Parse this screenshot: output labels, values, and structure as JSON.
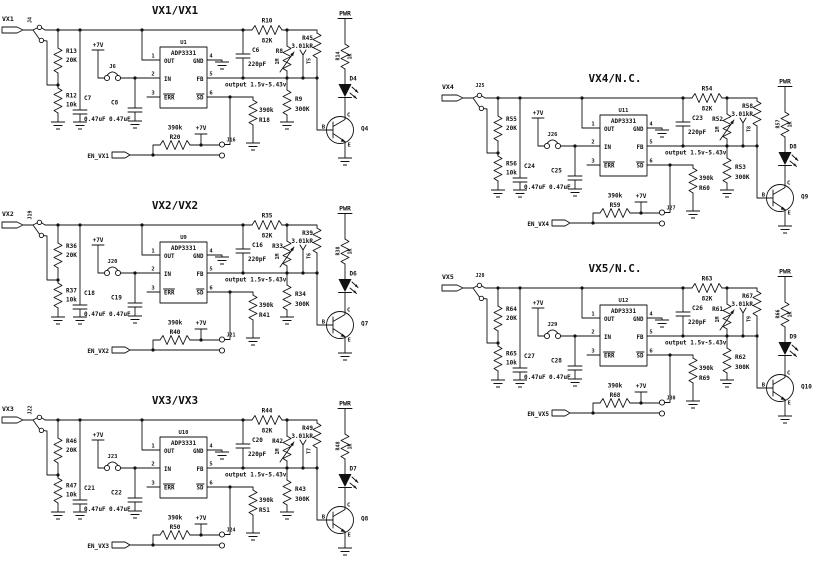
{
  "common": {
    "plus7v": "+7V",
    "pwr": "PWR",
    "output_range": "output 1.5v-5.43v",
    "ic_part": "ADP3331",
    "pin_out": "OUT",
    "pin_in": "IN",
    "pin_err": "ERR",
    "pin_gnd": "GND",
    "pin_fb": "FB",
    "pin_sd": "SD",
    "pin_numbers": [
      "1",
      "2",
      "3",
      "4",
      "5",
      "6"
    ],
    "bjt_b": "B",
    "bjt_c": "C",
    "bjt_e": "E"
  },
  "blocks": [
    {
      "title": "VX1/VX1",
      "input_label": "VX1",
      "input_jack_v": "J4",
      "divider_top_ref": "R13",
      "divider_top_val": "20K",
      "divider_bot_ref": "R12",
      "divider_bot_val": "10k",
      "cap1_ref": "C7",
      "cap1_val": "0.47uF",
      "in_jumper": "J6",
      "cap2_ref": "C8",
      "cap2_val": "0.47uF",
      "ic_ref": "U1",
      "fb_res_ref": "R10",
      "fb_res_val": "82K",
      "fb_cap_ref": "C6",
      "fb_cap_val": "220pF",
      "pot_ref": "R8",
      "pot_val": "1M",
      "testpoint": "T5",
      "res3k_ref": "R45",
      "res3k_val": "3.01kR",
      "res300_ref": "R9",
      "res300_val": "300K",
      "sd_res_val": "390k",
      "sd_res_ref": "R18",
      "en_label": "EN_VX1",
      "en_res_val": "390k",
      "en_res_ref": "R20",
      "en_jumper": "J16",
      "led_ref": "D4",
      "pwr_res_ref": "R14",
      "pwr_res_val": "1K",
      "q_ref": "Q4"
    },
    {
      "title": "VX2/VX2",
      "input_label": "VX2",
      "input_jack_v": "J19",
      "divider_top_ref": "R36",
      "divider_top_val": "20K",
      "divider_bot_ref": "R37",
      "divider_bot_val": "10k",
      "cap1_ref": "C18",
      "cap1_val": "0.47uF",
      "in_jumper": "J20",
      "cap2_ref": "C19",
      "cap2_val": "0.47uF",
      "ic_ref": "U9",
      "fb_res_ref": "R35",
      "fb_res_val": "82K",
      "fb_cap_ref": "C16",
      "fb_cap_val": "220pF",
      "pot_ref": "R33",
      "pot_val": "1M",
      "testpoint": "T6",
      "res3k_ref": "R39",
      "res3k_val": "3.01kR",
      "res300_ref": "R34",
      "res300_val": "300K",
      "sd_res_val": "390k",
      "sd_res_ref": "R41",
      "en_label": "EN_VX2",
      "en_res_val": "390k",
      "en_res_ref": "R40",
      "en_jumper": "J21",
      "led_ref": "D6",
      "pwr_res_ref": "R38",
      "pwr_res_val": "1K",
      "q_ref": "Q7"
    },
    {
      "title": "VX3/VX3",
      "input_label": "VX3",
      "input_jack_v": "J22",
      "divider_top_ref": "R46",
      "divider_top_val": "20K",
      "divider_bot_ref": "R47",
      "divider_bot_val": "10k",
      "cap1_ref": "C21",
      "cap1_val": "0.47uF",
      "in_jumper": "J23",
      "cap2_ref": "C22",
      "cap2_val": "0.47uF",
      "ic_ref": "U10",
      "fb_res_ref": "R44",
      "fb_res_val": "82K",
      "fb_cap_ref": "C20",
      "fb_cap_val": "220pF",
      "pot_ref": "R42",
      "pot_val": "1M",
      "testpoint": "T7",
      "res3k_ref": "R49",
      "res3k_val": "3.01kR",
      "res300_ref": "R43",
      "res300_val": "300K",
      "sd_res_val": "390k",
      "sd_res_ref": "R51",
      "en_label": "EN_VX3",
      "en_res_val": "390k",
      "en_res_ref": "R50",
      "en_jumper": "J24",
      "led_ref": "D7",
      "pwr_res_ref": "R48",
      "pwr_res_val": "1K",
      "q_ref": "Q8"
    },
    {
      "title": "VX4/N.C.",
      "input_label": "VX4",
      "input_jack_h": "J25",
      "divider_top_ref": "R55",
      "divider_top_val": "20K",
      "divider_bot_ref": "R56",
      "divider_bot_val": "10k",
      "cap1_ref": "C24",
      "cap1_val": "0.47uF",
      "in_jumper": "J26",
      "cap2_ref": "C25",
      "cap2_val": "0.47uF",
      "ic_ref": "U11",
      "fb_res_ref": "R54",
      "fb_res_val": "82K",
      "fb_cap_ref": "C23",
      "fb_cap_val": "220pF",
      "pot_ref": "R52",
      "pot_val": "1M",
      "testpoint": "T8",
      "res3k_ref": "R58",
      "res3k_val": "3.01kR",
      "res300_ref": "R53",
      "res300_val": "300K",
      "sd_res_val": "390k",
      "sd_res_ref": "R60",
      "en_label": "EN_VX4",
      "en_res_val": "390k",
      "en_res_ref": "R59",
      "en_jumper": "J27",
      "led_ref": "D8",
      "pwr_res_ref": "R57",
      "pwr_res_val": "1K",
      "q_ref": "Q9"
    },
    {
      "title": "VX5/N.C.",
      "input_label": "VX5",
      "input_jack_h": "J28",
      "divider_top_ref": "R64",
      "divider_top_val": "20K",
      "divider_bot_ref": "R65",
      "divider_bot_val": "10k",
      "cap1_ref": "C27",
      "cap1_val": "0.47uF",
      "in_jumper": "J29",
      "cap2_ref": "C28",
      "cap2_val": "0.47uF",
      "ic_ref": "U12",
      "fb_res_ref": "R63",
      "fb_res_val": "82K",
      "fb_cap_ref": "C26",
      "fb_cap_val": "220pF",
      "pot_ref": "R61",
      "pot_val": "1M",
      "testpoint": "T9",
      "res3k_ref": "R67",
      "res3k_val": "3.01kR",
      "res300_ref": "R62",
      "res300_val": "300K",
      "sd_res_val": "390k",
      "sd_res_ref": "R69",
      "en_label": "EN_VX5",
      "en_res_val": "390k",
      "en_res_ref": "R68",
      "en_jumper": "J30",
      "led_ref": "D9",
      "pwr_res_ref": "R66",
      "pwr_res_val": "1K",
      "q_ref": "Q10"
    }
  ]
}
